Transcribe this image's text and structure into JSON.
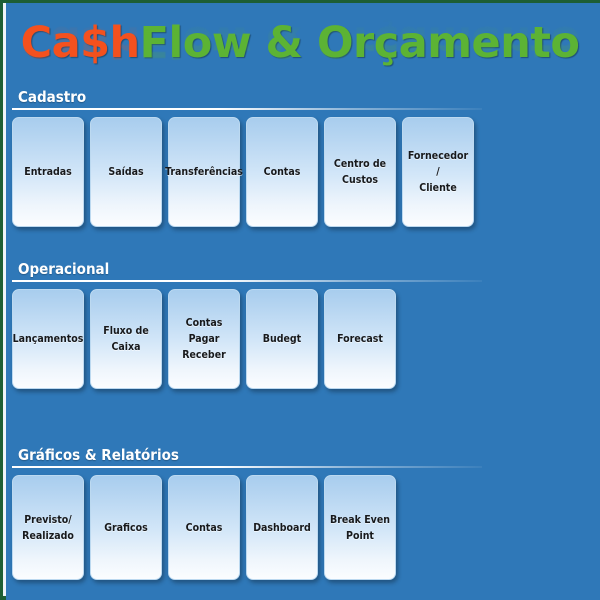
{
  "app": {
    "title_part1": "Ca$h",
    "title_part2": "Flow & Orçamento",
    "background_color": "#2f78b8",
    "frame_color": "#1d5e34",
    "title_color_part1": "#f4511e",
    "title_color_part2": "#5cb334"
  },
  "sections": [
    {
      "id": "cadastro",
      "label": "Cadastro",
      "buttons": [
        {
          "label": "Entradas"
        },
        {
          "label": "Saídas"
        },
        {
          "label": "Transferências"
        },
        {
          "label": "Contas"
        },
        {
          "label": "Centro de\nCustos"
        },
        {
          "label": "Fornecedor /\nCliente"
        }
      ]
    },
    {
      "id": "operacional",
      "label": "Operacional",
      "buttons": [
        {
          "label": "Lançamentos"
        },
        {
          "label": "Fluxo de Caixa"
        },
        {
          "label": "Contas\nPagar\nReceber"
        },
        {
          "label": "Budegt"
        },
        {
          "label": "Forecast"
        }
      ]
    },
    {
      "id": "relatorios",
      "label": "Gráficos & Relatórios",
      "buttons": [
        {
          "label": "Previsto/\nRealizado"
        },
        {
          "label": "Graficos"
        },
        {
          "label": "Contas"
        },
        {
          "label": "Dashboard"
        },
        {
          "label": "Break Even\nPoint"
        }
      ]
    }
  ]
}
